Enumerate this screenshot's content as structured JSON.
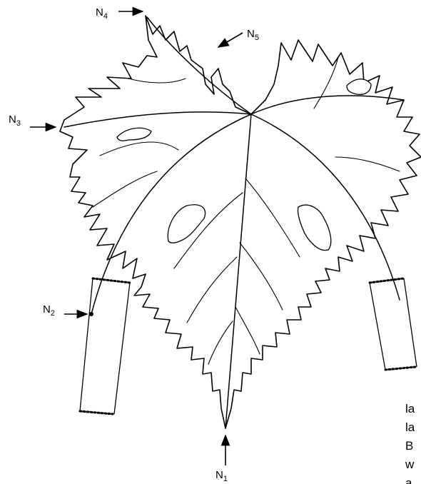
{
  "labels": {
    "n1": {
      "base": "N",
      "sub": "1"
    },
    "n2": {
      "base": "N",
      "sub": "2"
    },
    "n3": {
      "base": "N",
      "sub": "3"
    },
    "n4": {
      "base": "N",
      "sub": "4"
    },
    "n5": {
      "base": "N",
      "sub": "5"
    }
  },
  "text_fragments": [
    "la",
    "la",
    "B",
    "w",
    "a"
  ],
  "colors": {
    "stroke": "#000000",
    "background": "#ffffff"
  }
}
